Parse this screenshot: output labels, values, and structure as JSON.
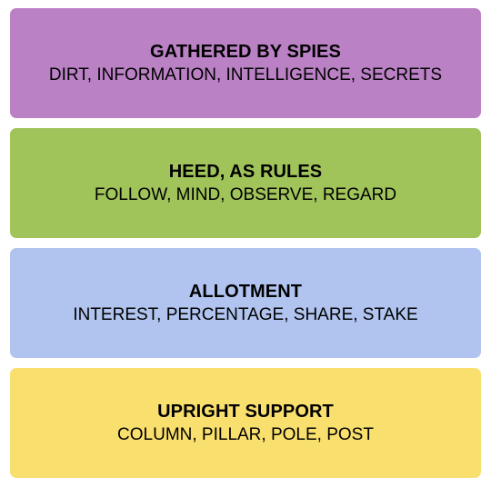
{
  "groups": [
    {
      "title": "GATHERED BY SPIES",
      "members": "DIRT, INFORMATION, INTELLIGENCE, SECRETS",
      "color": "#ba81c5"
    },
    {
      "title": "HEED, AS RULES",
      "members": "FOLLOW, MIND, OBSERVE, REGARD",
      "color": "#a0c35a"
    },
    {
      "title": "ALLOTMENT",
      "members": "INTEREST, PERCENTAGE, SHARE, STAKE",
      "color": "#b0c4ef"
    },
    {
      "title": "UPRIGHT SUPPORT",
      "members": "COLUMN, PILLAR, POLE, POST",
      "color": "#f9df6d"
    }
  ]
}
